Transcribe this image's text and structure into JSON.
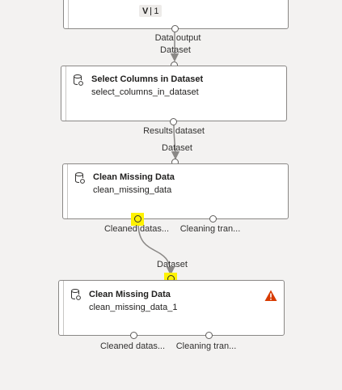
{
  "top_node": {
    "badge_letter": "V",
    "badge_version": "1",
    "output_port_label": "Data output"
  },
  "select_columns_node": {
    "title": "Select Columns in Dataset",
    "subtitle": "select_columns_in_dataset",
    "input_port_label": "Dataset",
    "output_port_label": "Results dataset",
    "icon": "dataset-module-icon"
  },
  "clean_missing_node_1": {
    "title": "Clean Missing Data",
    "subtitle": "clean_missing_data",
    "input_port_label": "Dataset",
    "output_port_1_label": "Cleaned datas...",
    "output_port_2_label": "Cleaning tran...",
    "icon": "dataset-module-icon"
  },
  "clean_missing_node_2": {
    "title": "Clean Missing Data",
    "subtitle": "clean_missing_data_1",
    "input_port_label": "Dataset",
    "output_port_1_label": "Cleaned datas...",
    "output_port_2_label": "Cleaning tran...",
    "icon": "dataset-module-icon",
    "status_icon": "warning-icon"
  },
  "colors": {
    "canvas_bg": "#f3f2f1",
    "highlight": "#fff200",
    "warning": "#d83b01",
    "edge": "#8a8886"
  }
}
